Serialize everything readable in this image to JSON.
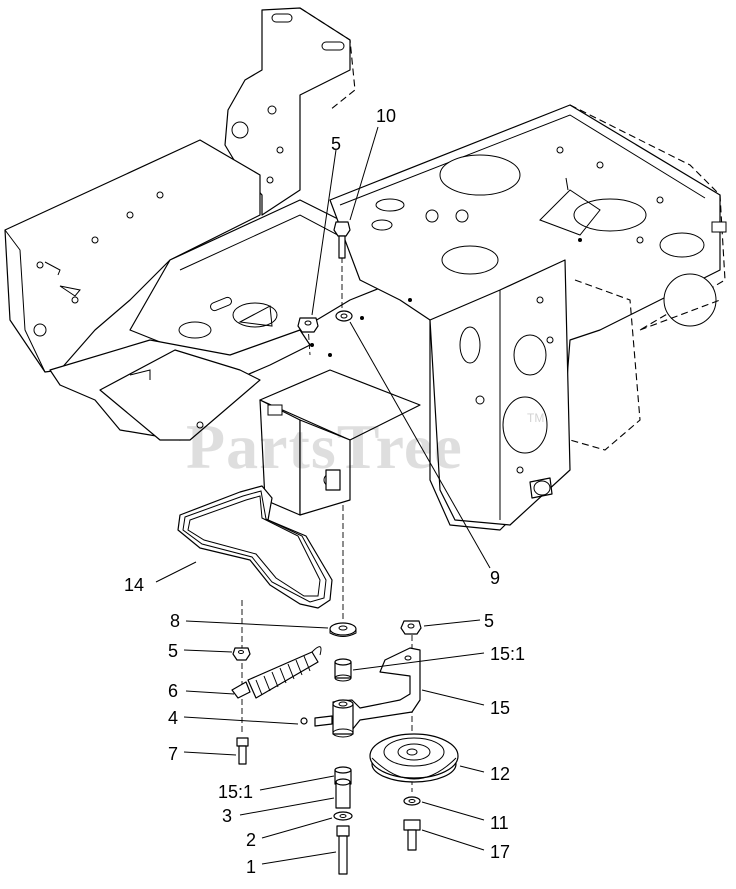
{
  "watermark": {
    "text": "PartsTree",
    "trademark": "TM"
  },
  "callouts": [
    {
      "id": "c10a",
      "label": "10"
    },
    {
      "id": "c5a",
      "label": "5"
    },
    {
      "id": "c9",
      "label": "9"
    },
    {
      "id": "c14",
      "label": "14"
    },
    {
      "id": "c8",
      "label": "8"
    },
    {
      "id": "c5b",
      "label": "5"
    },
    {
      "id": "c5c",
      "label": "5"
    },
    {
      "id": "c151a",
      "label": "15:1"
    },
    {
      "id": "c6",
      "label": "6"
    },
    {
      "id": "c15",
      "label": "15"
    },
    {
      "id": "c4",
      "label": "4"
    },
    {
      "id": "c7",
      "label": "7"
    },
    {
      "id": "c12",
      "label": "12"
    },
    {
      "id": "c151b",
      "label": "15:1"
    },
    {
      "id": "c3",
      "label": "3"
    },
    {
      "id": "c11",
      "label": "11"
    },
    {
      "id": "c2",
      "label": "2"
    },
    {
      "id": "c17",
      "label": "17"
    },
    {
      "id": "c1",
      "label": "1"
    }
  ]
}
